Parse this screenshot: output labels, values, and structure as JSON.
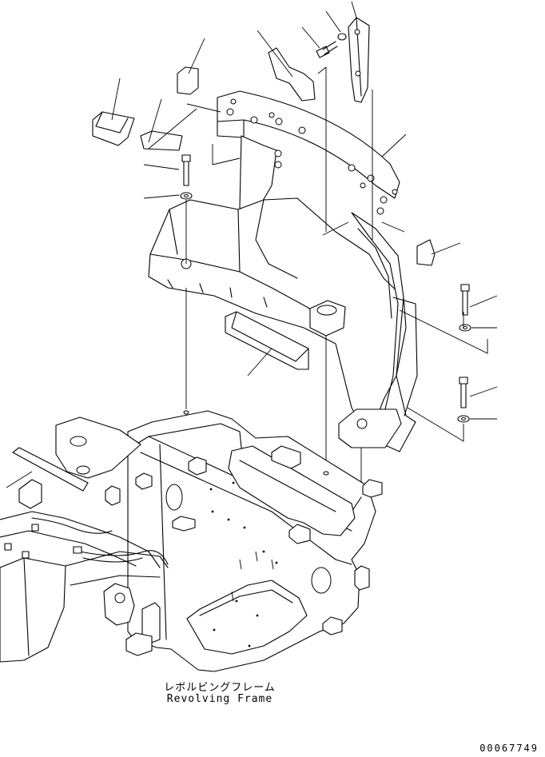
{
  "caption": {
    "japanese": "レボルビングフレーム",
    "english": "Revolving Frame"
  },
  "drawing_number": "00067749",
  "colors": {
    "line": "#000000",
    "background": "#ffffff"
  }
}
